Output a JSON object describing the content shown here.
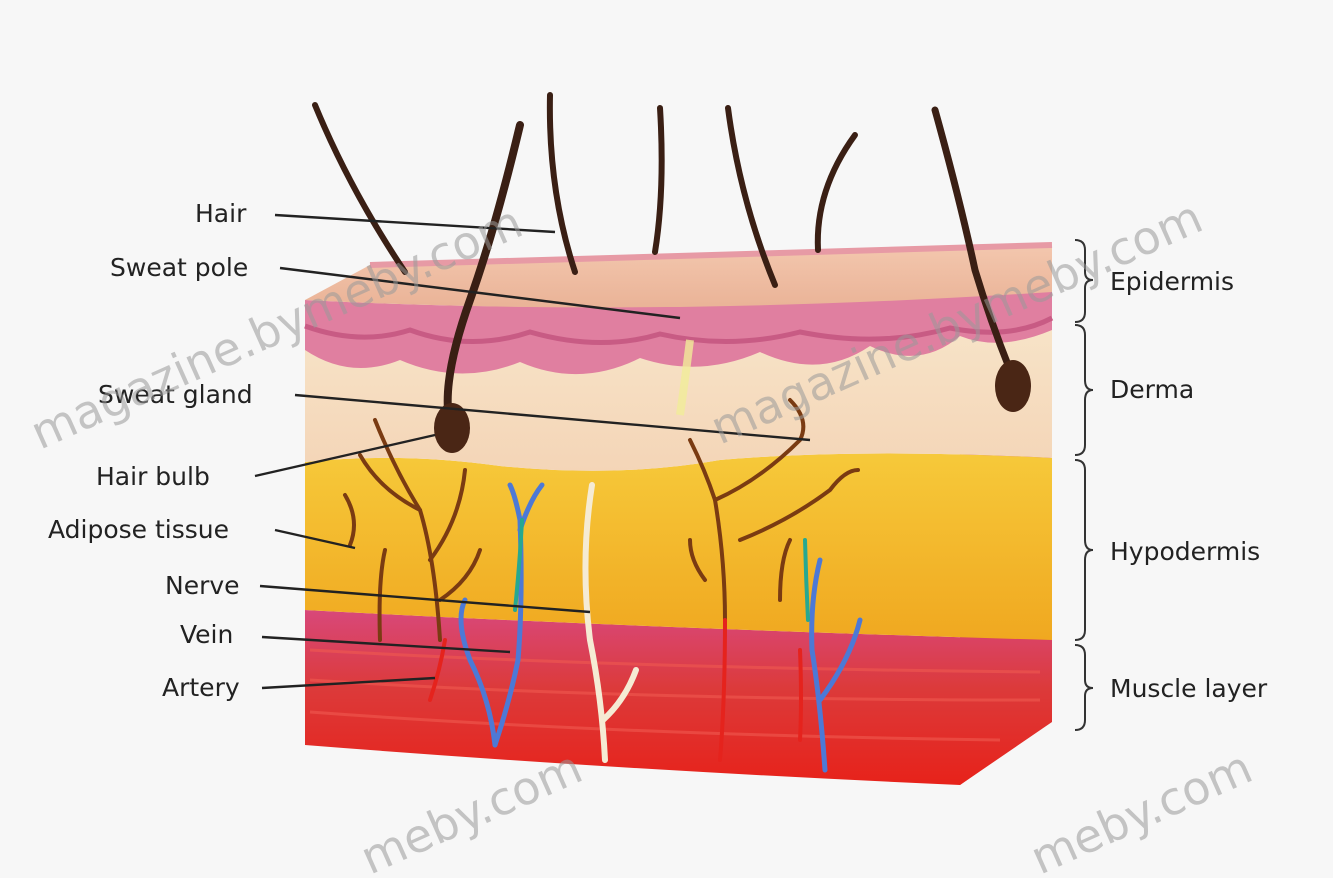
{
  "labels_left": {
    "hair": "Hair",
    "sweat_pole": "Sweat pole",
    "sweat_gland": "Sweat gland",
    "hair_bulb": "Hair bulb",
    "adipose_tissue": "Adipose tissue",
    "nerve": "Nerve",
    "vein": "Vein",
    "artery": "Artery"
  },
  "labels_right": {
    "epidermis": "Epidermis",
    "derma": "Derma",
    "hypodermis": "Hypodermis",
    "muscle_layer": "Muscle layer"
  },
  "watermark": {
    "text": "magazine.bymeby.com",
    "short": "meby.com"
  },
  "colors": {
    "epidermis_top": "#f2c1a6",
    "epidermis_pink": "#e07fa0",
    "derma": "#f6dcc1",
    "hypodermis": "#f3b324",
    "muscle": "#d93a36",
    "hair": "#3a1f14",
    "nerve": "#f6e7c8",
    "vein": "#4d79d6",
    "artery": "#e5231d",
    "vessel_brown": "#7a3b12"
  }
}
